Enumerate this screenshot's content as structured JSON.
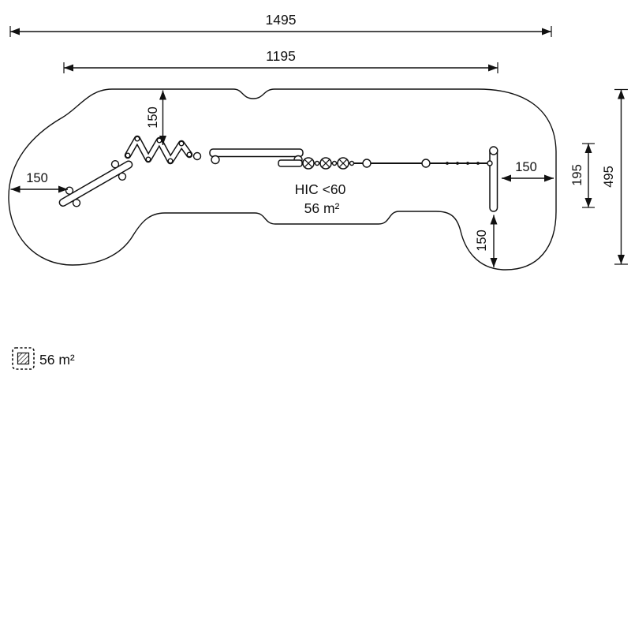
{
  "page": {
    "background": "#ffffff",
    "line_color": "#111111"
  },
  "dimensions": {
    "overall_width": "1495",
    "inner_width": "1195",
    "top_clearance": "150",
    "left_clearance": "150",
    "right_clearance": "150",
    "bottom_clearance": "150",
    "right_side_height": "195",
    "overall_height": "495"
  },
  "zone_labels": {
    "hic": "HIC <60",
    "area": "56 m²"
  },
  "legend": {
    "area": "56 m²"
  },
  "icons": {
    "dimension_arrow": "double-headed-arrow",
    "legend_swatch": "hatched-square"
  }
}
